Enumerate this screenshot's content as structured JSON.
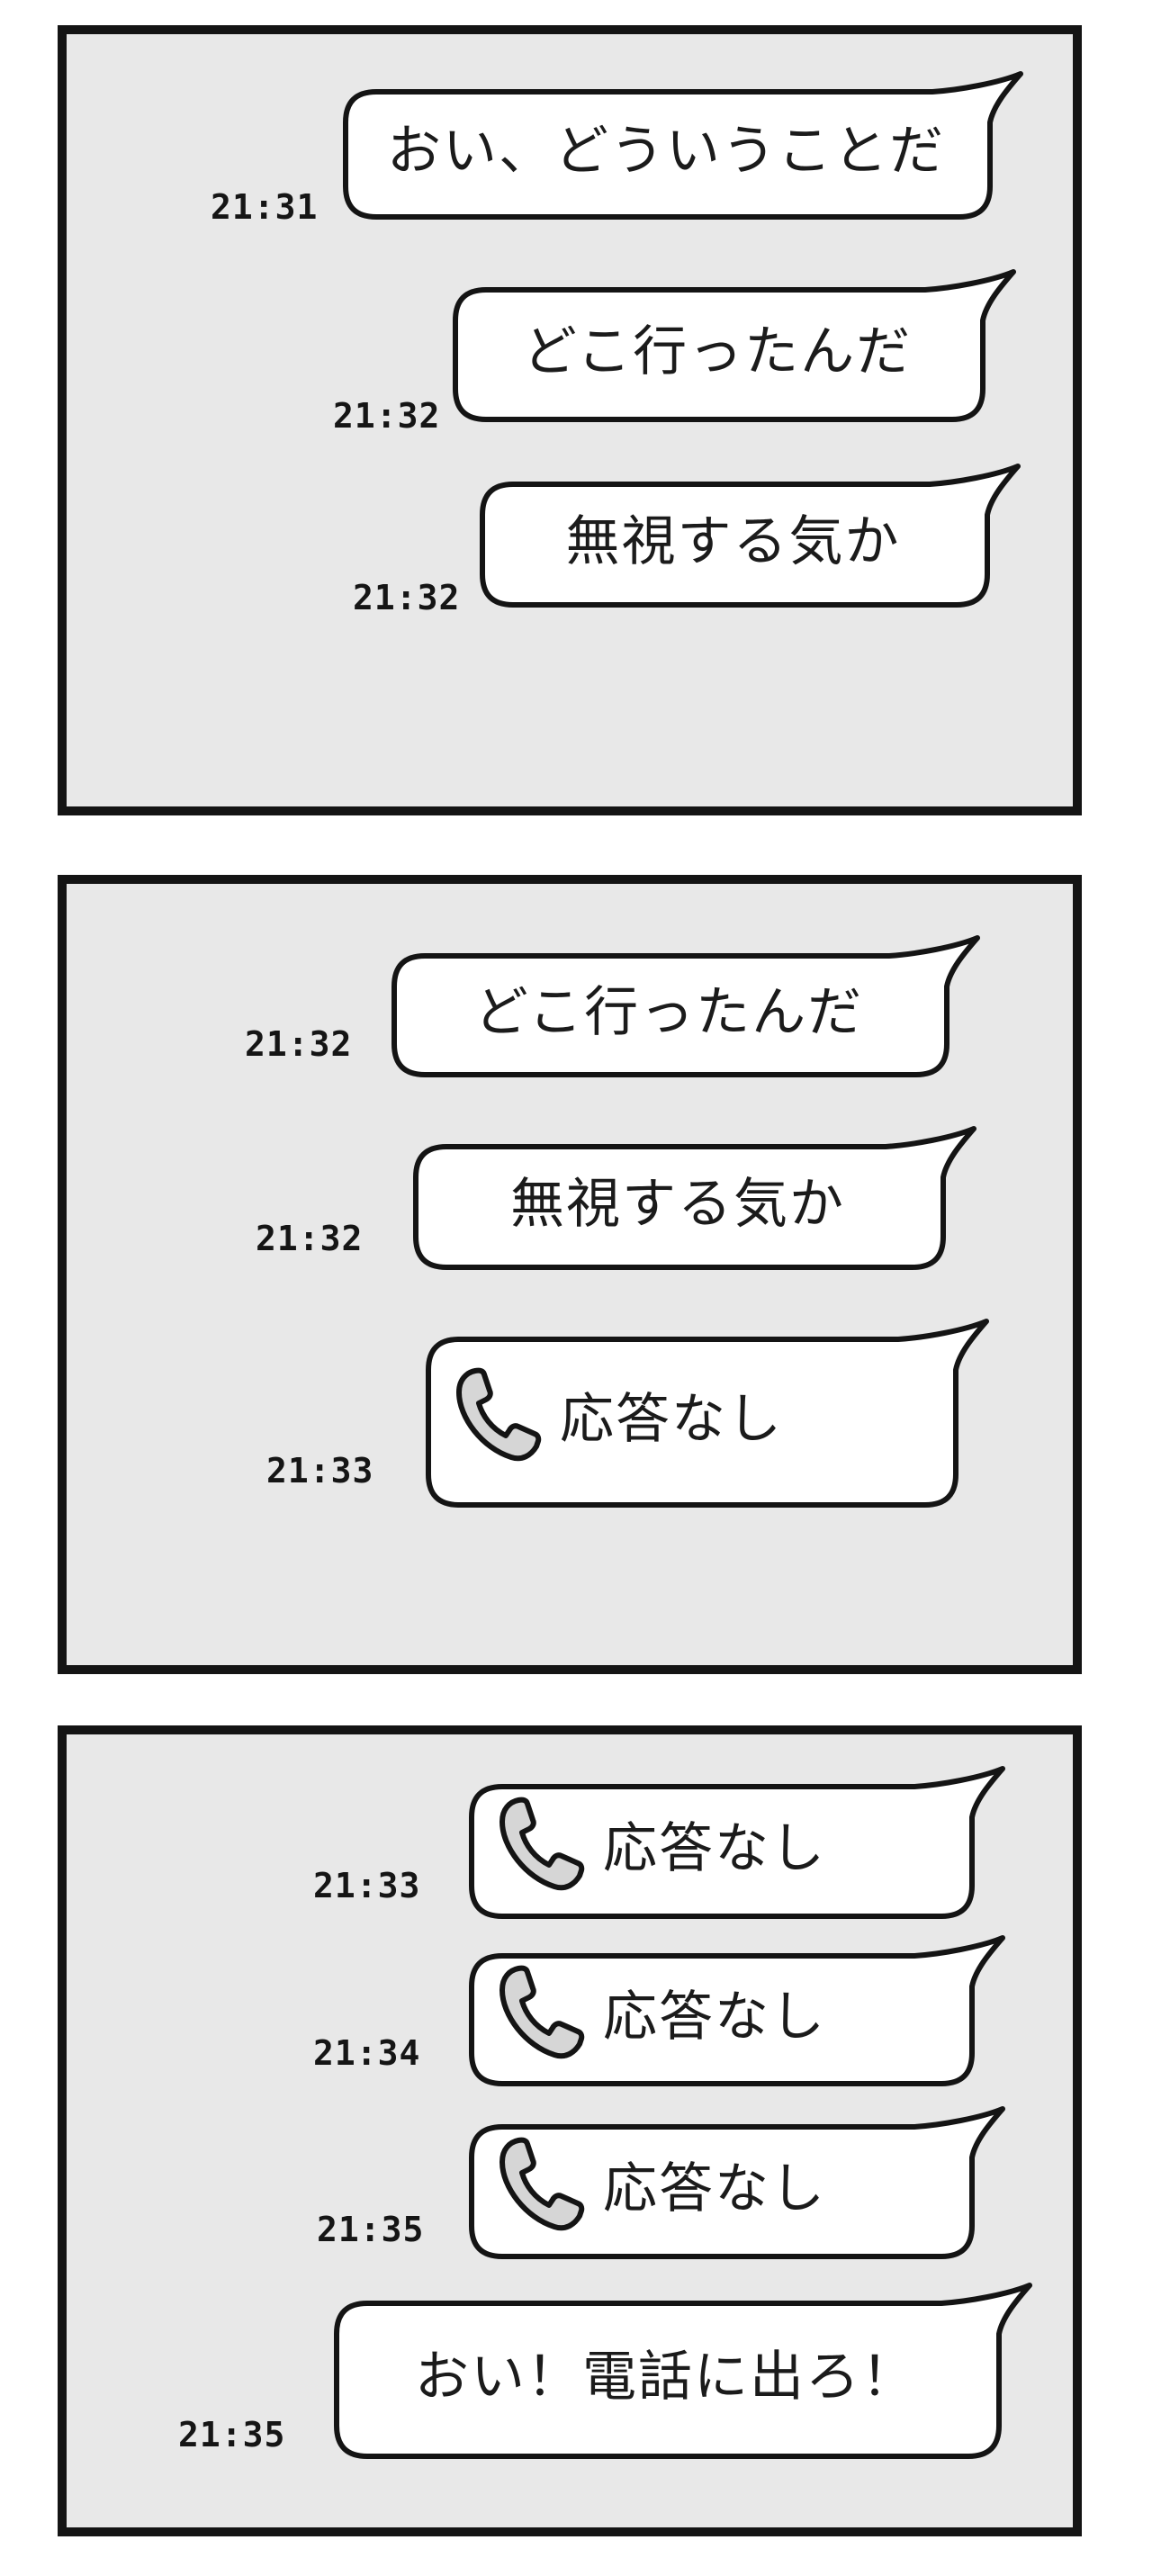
{
  "panels": [
    {
      "messages": [
        {
          "text": "おい、どういうことだ",
          "time": "21:31"
        },
        {
          "text": "どこ行ったんだ",
          "time": "21:32"
        },
        {
          "text": "無視する気か",
          "time": "21:32"
        }
      ]
    },
    {
      "messages": [
        {
          "text": "どこ行ったんだ",
          "time": "21:32"
        },
        {
          "text": "無視する気か",
          "time": "21:32"
        },
        {
          "text": "応答なし",
          "time": "21:33",
          "icon": "phone-icon"
        }
      ]
    },
    {
      "messages": [
        {
          "text": "応答なし",
          "time": "21:33",
          "icon": "phone-icon"
        },
        {
          "text": "応答なし",
          "time": "21:34",
          "icon": "phone-icon"
        },
        {
          "text": "応答なし",
          "time": "21:35",
          "icon": "phone-icon"
        },
        {
          "text": "おい！電話に出ろ！",
          "time": "21:35"
        }
      ]
    }
  ],
  "colors": {
    "panel_background": "#e8e8e8",
    "bubble_fill": "#ffffff",
    "ink": "#141414"
  }
}
